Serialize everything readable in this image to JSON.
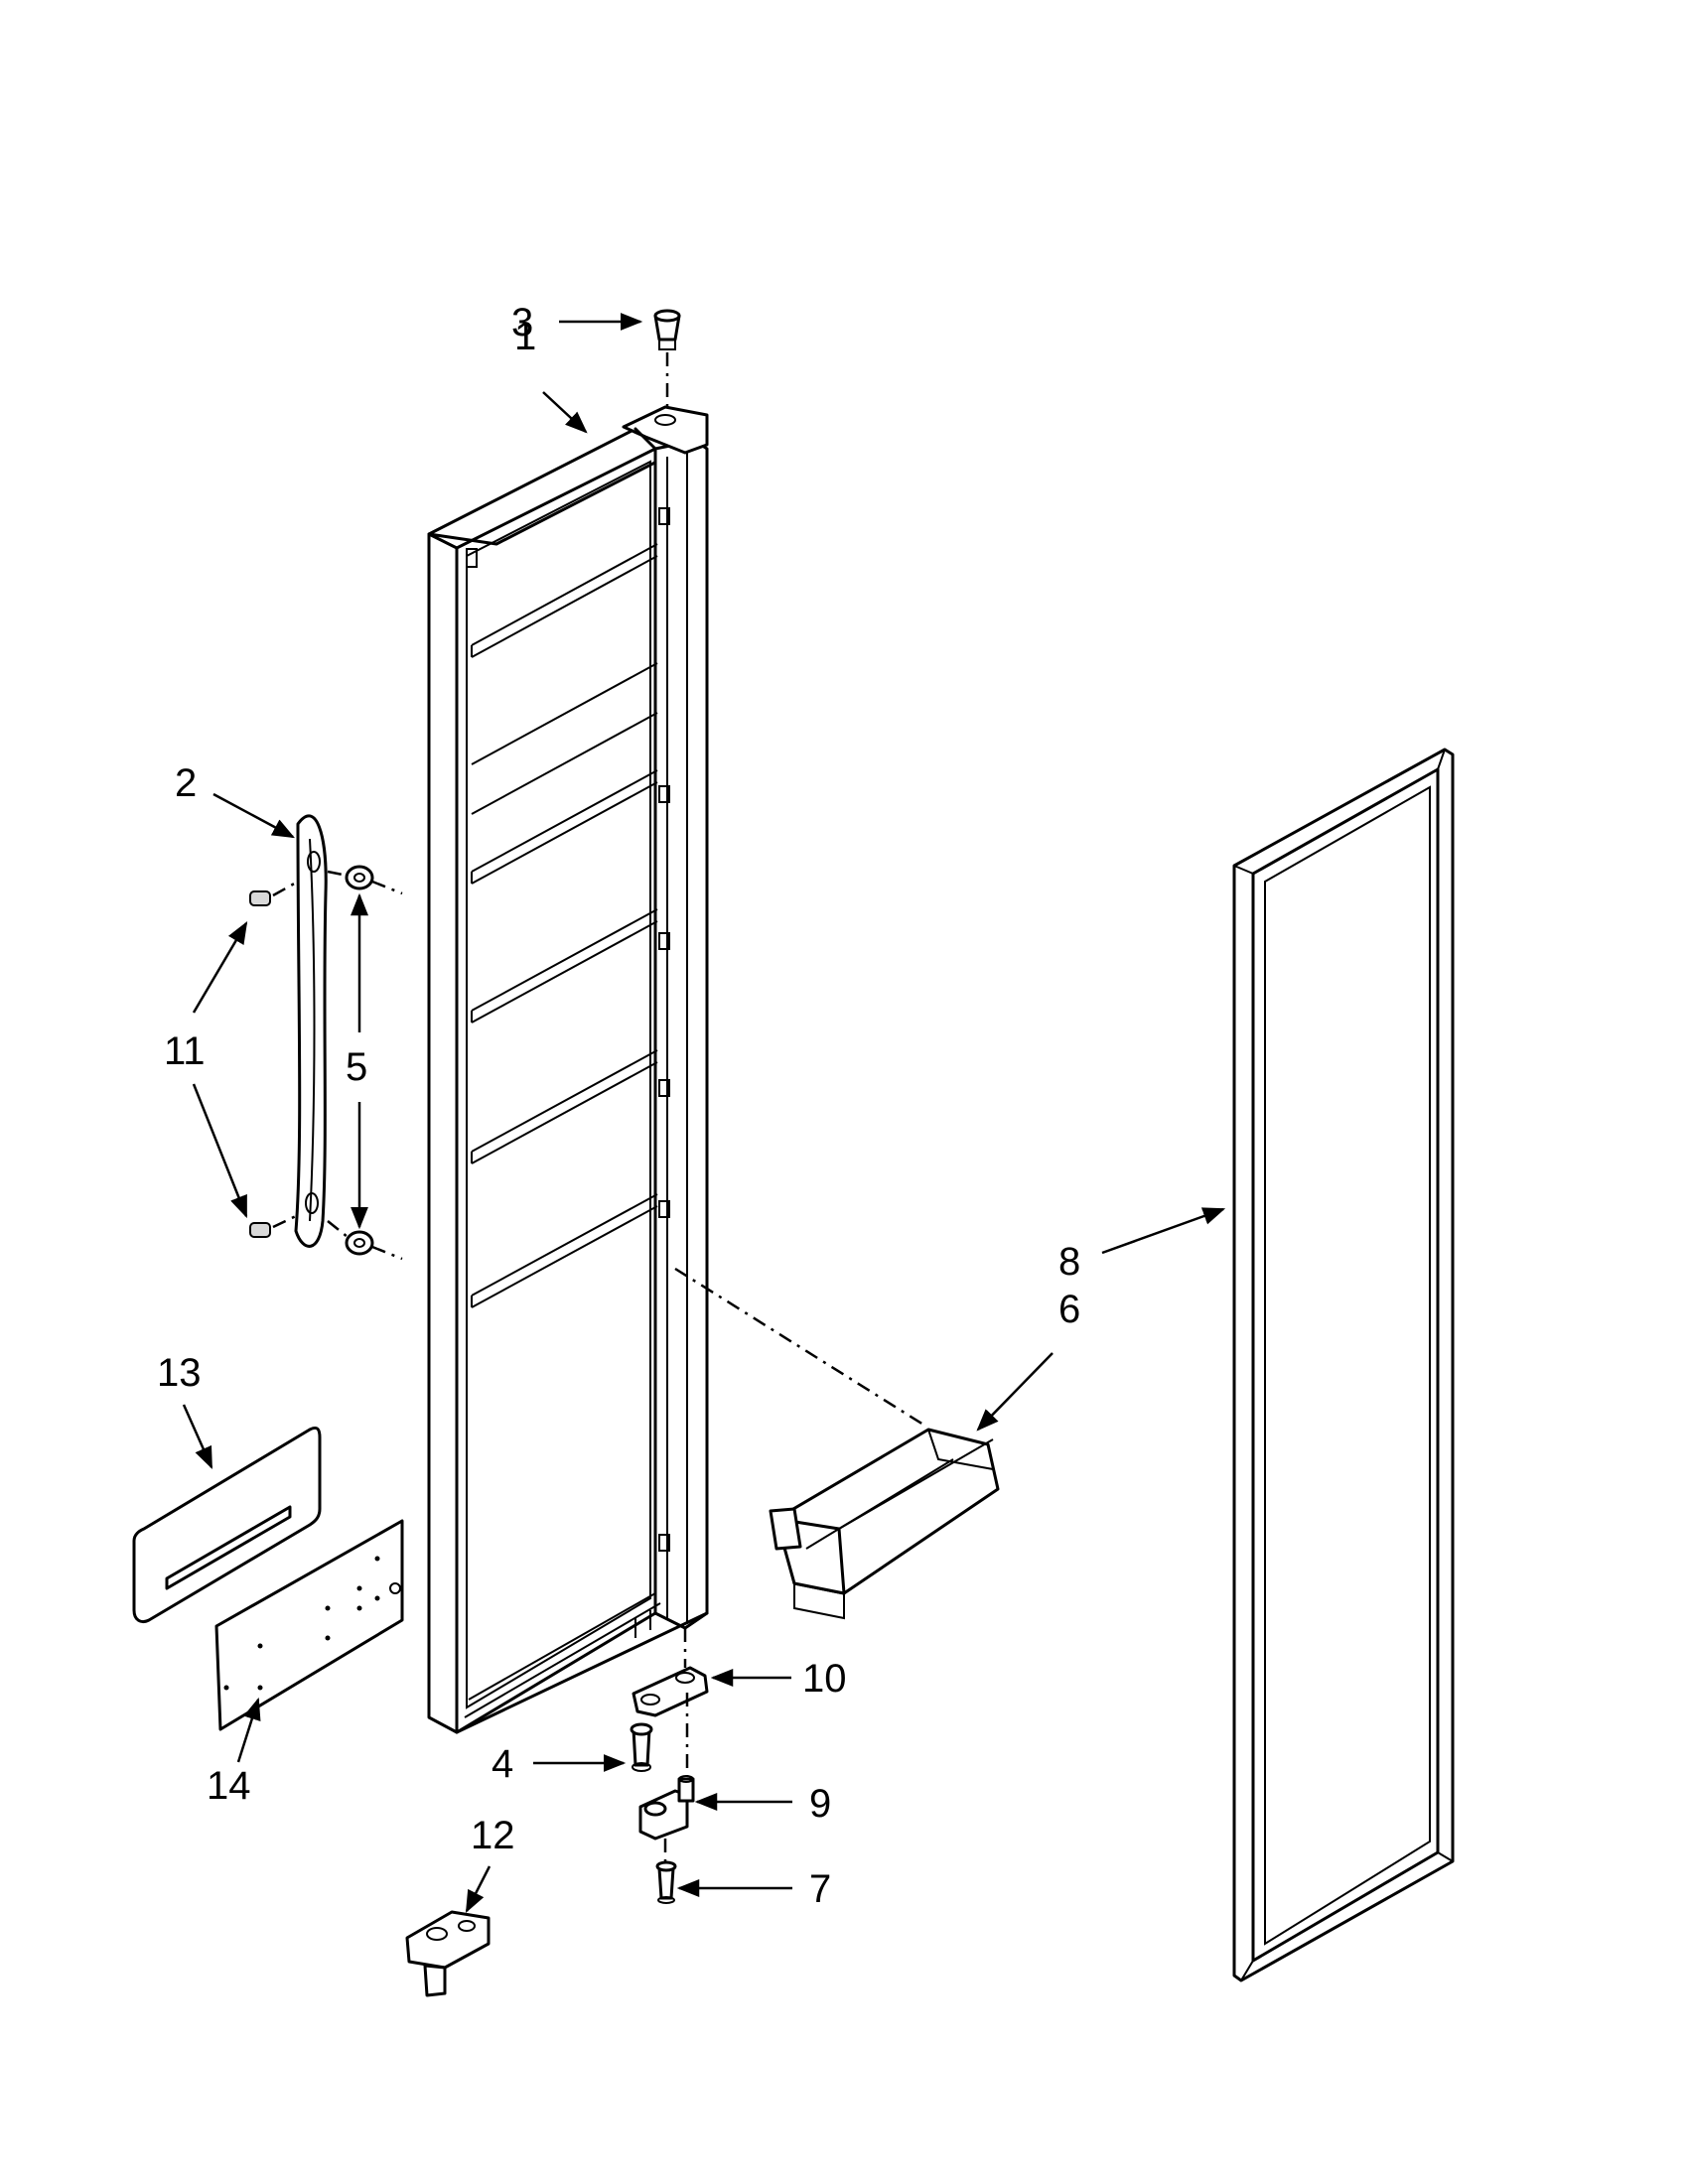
{
  "diagram": {
    "callouts": {
      "c1": "1",
      "c2": "2",
      "c3": "3",
      "c4": "4",
      "c5": "5",
      "c6": "6",
      "c7": "7",
      "c8": "8",
      "c9": "9",
      "c10": "10",
      "c11": "11",
      "c12": "12",
      "c13": "13",
      "c14": "14"
    },
    "icons": {
      "door": "refrigerator-door-icon",
      "handle": "door-handle-icon",
      "bin": "door-bin-icon",
      "gasket": "door-gasket-icon",
      "hinge": "hinge-icon",
      "screw": "screw-icon",
      "plate": "trim-plate-icon"
    }
  }
}
